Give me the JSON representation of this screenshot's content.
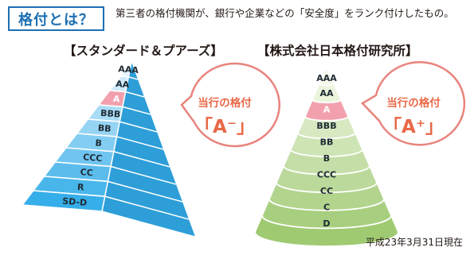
{
  "header": {
    "badge_label": "格付とは？",
    "description": "第三者の格付機関が、銀行や企業などの「安全度」をランク付けしたもの。"
  },
  "sp": {
    "title": "【スタンダード＆プアーズ】",
    "tiers": [
      "AAA",
      "AA",
      "A",
      "BBB",
      "BB",
      "B",
      "CCC",
      "CC",
      "R",
      "SD-D"
    ],
    "highlight_index": 2,
    "callout_label": "当行の格付",
    "callout_rating": "「A⁻」"
  },
  "jcr": {
    "title": "【株式会社日本格付研究所】",
    "tiers": [
      "AAA",
      "AA",
      "A",
      "BBB",
      "BB",
      "B",
      "CCC",
      "CC",
      "C",
      "D"
    ],
    "highlight_index": 2,
    "callout_label": "当行の格付",
    "callout_rating": "「A⁺」"
  },
  "as_of": "平成23年3月31日現在",
  "colors": {
    "badge_blue": "#1d6fb3",
    "sp_light": "#e3f3fd",
    "sp_dark": "#36aee9",
    "jcr_light": "#f4f8ea",
    "jcr_dark": "#9fca72",
    "highlight": "#f2a0ae",
    "callout_red": "#e96847",
    "callout_border": "#e8847d"
  }
}
